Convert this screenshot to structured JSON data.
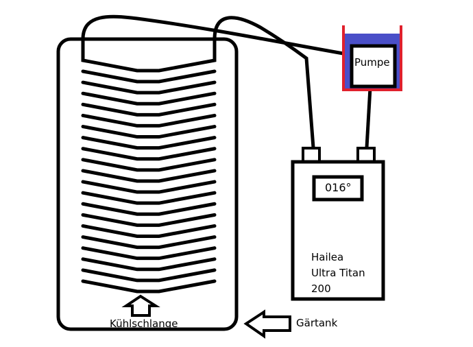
{
  "diagram": {
    "pump": {
      "label": "Pumpe",
      "container_fill": "#4a4fc8",
      "container_border": "#e0202c"
    },
    "chiller": {
      "display": "016°",
      "name_lines": [
        "Hailea",
        "Ultra Titan",
        "200"
      ]
    },
    "coil": {
      "label": "Kühlschlange",
      "winding_count": 20
    },
    "tank": {
      "label": "Gärtank"
    }
  }
}
